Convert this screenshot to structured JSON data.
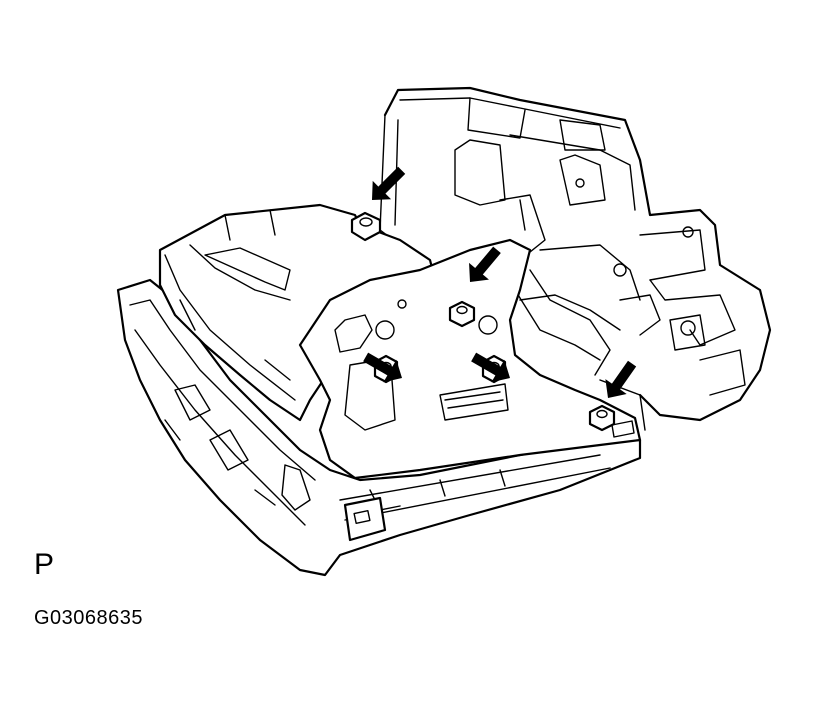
{
  "view_letter": "P",
  "figure_code": "G03068635",
  "arrows": [
    {
      "name": "arrow-upper-left-bolt",
      "angle": -135
    },
    {
      "name": "arrow-center-bolt",
      "angle": -130
    },
    {
      "name": "arrow-right-bolt",
      "angle": -125
    },
    {
      "name": "arrow-lower-left-nut",
      "angle": 150
    },
    {
      "name": "arrow-lower-right-nut",
      "angle": 150
    }
  ]
}
